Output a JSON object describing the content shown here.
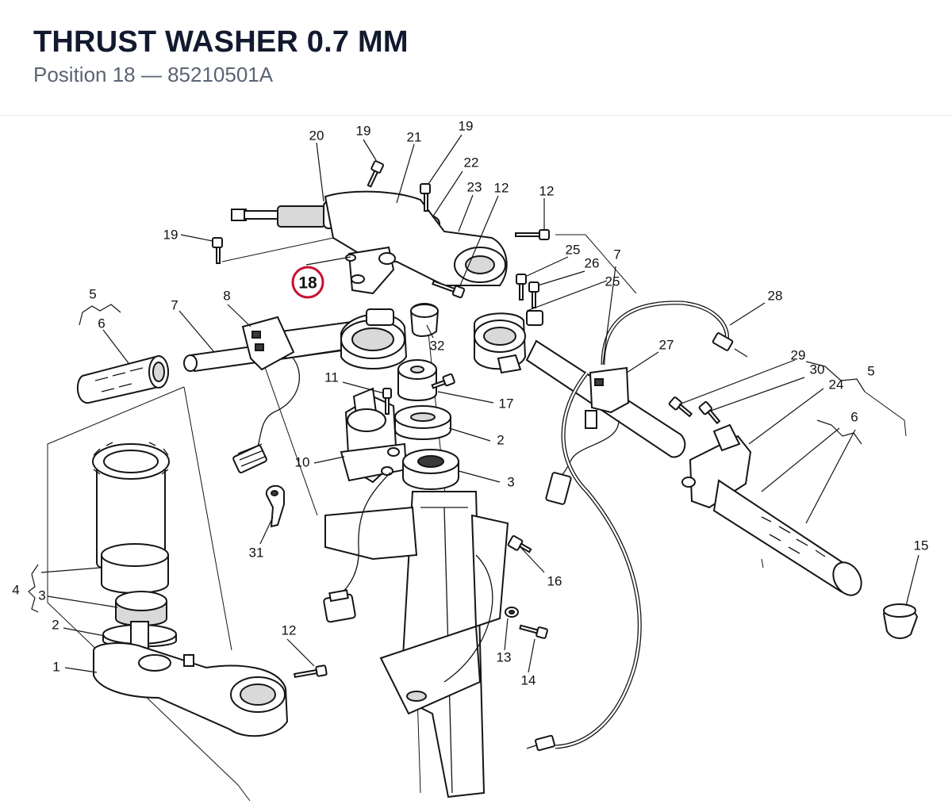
{
  "header": {
    "title": "THRUST WASHER 0.7 MM",
    "subtitle": "Position 18 — 85210501A"
  },
  "diagram": {
    "highlight_color": "#c8102e",
    "highlighted_label": "18",
    "callouts": [
      "20",
      "19",
      "21",
      "19",
      "22",
      "23",
      "12",
      "12",
      "19",
      "25",
      "26",
      "7",
      "25",
      "28",
      "5",
      "6",
      "7",
      "8",
      "32",
      "27",
      "11",
      "17",
      "29",
      "30",
      "5",
      "24",
      "6",
      "2",
      "10",
      "3",
      "31",
      "16",
      "15",
      "4",
      "3",
      "2",
      "12",
      "13",
      "14",
      "1"
    ]
  }
}
